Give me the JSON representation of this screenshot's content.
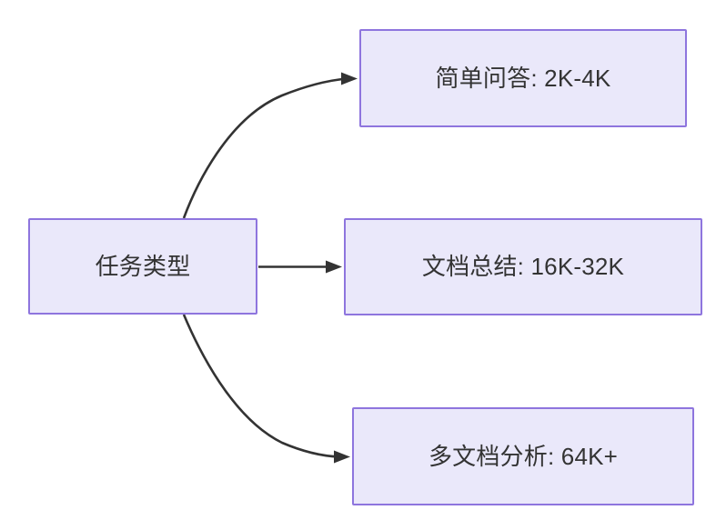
{
  "diagram": {
    "type": "flowchart",
    "direction": "left-to-right",
    "background_color": "#ffffff",
    "node_fill_color": "#EAE8FA",
    "node_border_color": "#8E75DE",
    "node_text_color": "#333333",
    "edge_color": "#333333",
    "root": {
      "id": "root",
      "label": "任务类型"
    },
    "branches": [
      {
        "id": "simple-qa",
        "label": "简单问答: 2K-4K",
        "edge_style": "curved-up",
        "edge_arrowhead": "filled-triangle"
      },
      {
        "id": "doc-summary",
        "label": "文档总结: 16K-32K",
        "edge_style": "straight",
        "edge_arrowhead": "filled-triangle"
      },
      {
        "id": "multi-doc",
        "label": "多文档分析: 64K+",
        "edge_style": "curved-down",
        "edge_arrowhead": "filled-triangle"
      }
    ]
  }
}
